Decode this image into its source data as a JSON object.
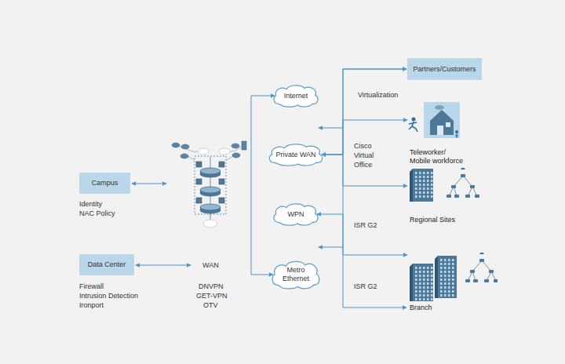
{
  "diagram": {
    "nodes": [
      {
        "text": [
          "Campus"
        ]
      },
      {
        "text": [
          "Data Center"
        ]
      },
      {
        "text": [
          "Internet"
        ]
      },
      {
        "text": [
          "Private WAN"
        ]
      },
      {
        "text": [
          "WPN"
        ]
      },
      {
        "text": [
          "Metro Ethernet"
        ]
      },
      {
        "text": [
          "Partners/Customers"
        ]
      },
      {
        "text": [
          "Teleworker/ Mobile workforce"
        ]
      },
      {
        "text": [
          "Regional Sites"
        ]
      },
      {
        "text": [
          "Branch"
        ]
      }
    ],
    "edges": [
      {
        "from": 2,
        "to": 5,
        "arrow": "both"
      },
      {
        "from": 3,
        "to": 6,
        "arrow": "both"
      },
      {
        "from": 3,
        "to": 7,
        "arrow": "both"
      },
      {
        "from": 3,
        "to": 8,
        "arrow": "both"
      },
      {
        "from": 4,
        "to": 9,
        "arrow": "both"
      }
    ],
    "labels": [
      "Identity",
      "NAC Policy",
      "Firewall",
      "Intrusion Detection",
      "Ironport",
      "WAN",
      "DNVPN",
      "GET-VPN",
      "OTV",
      "Virtualization",
      "Cisco Virtual Office",
      "ISR G2",
      "ISR G2"
    ]
  }
}
